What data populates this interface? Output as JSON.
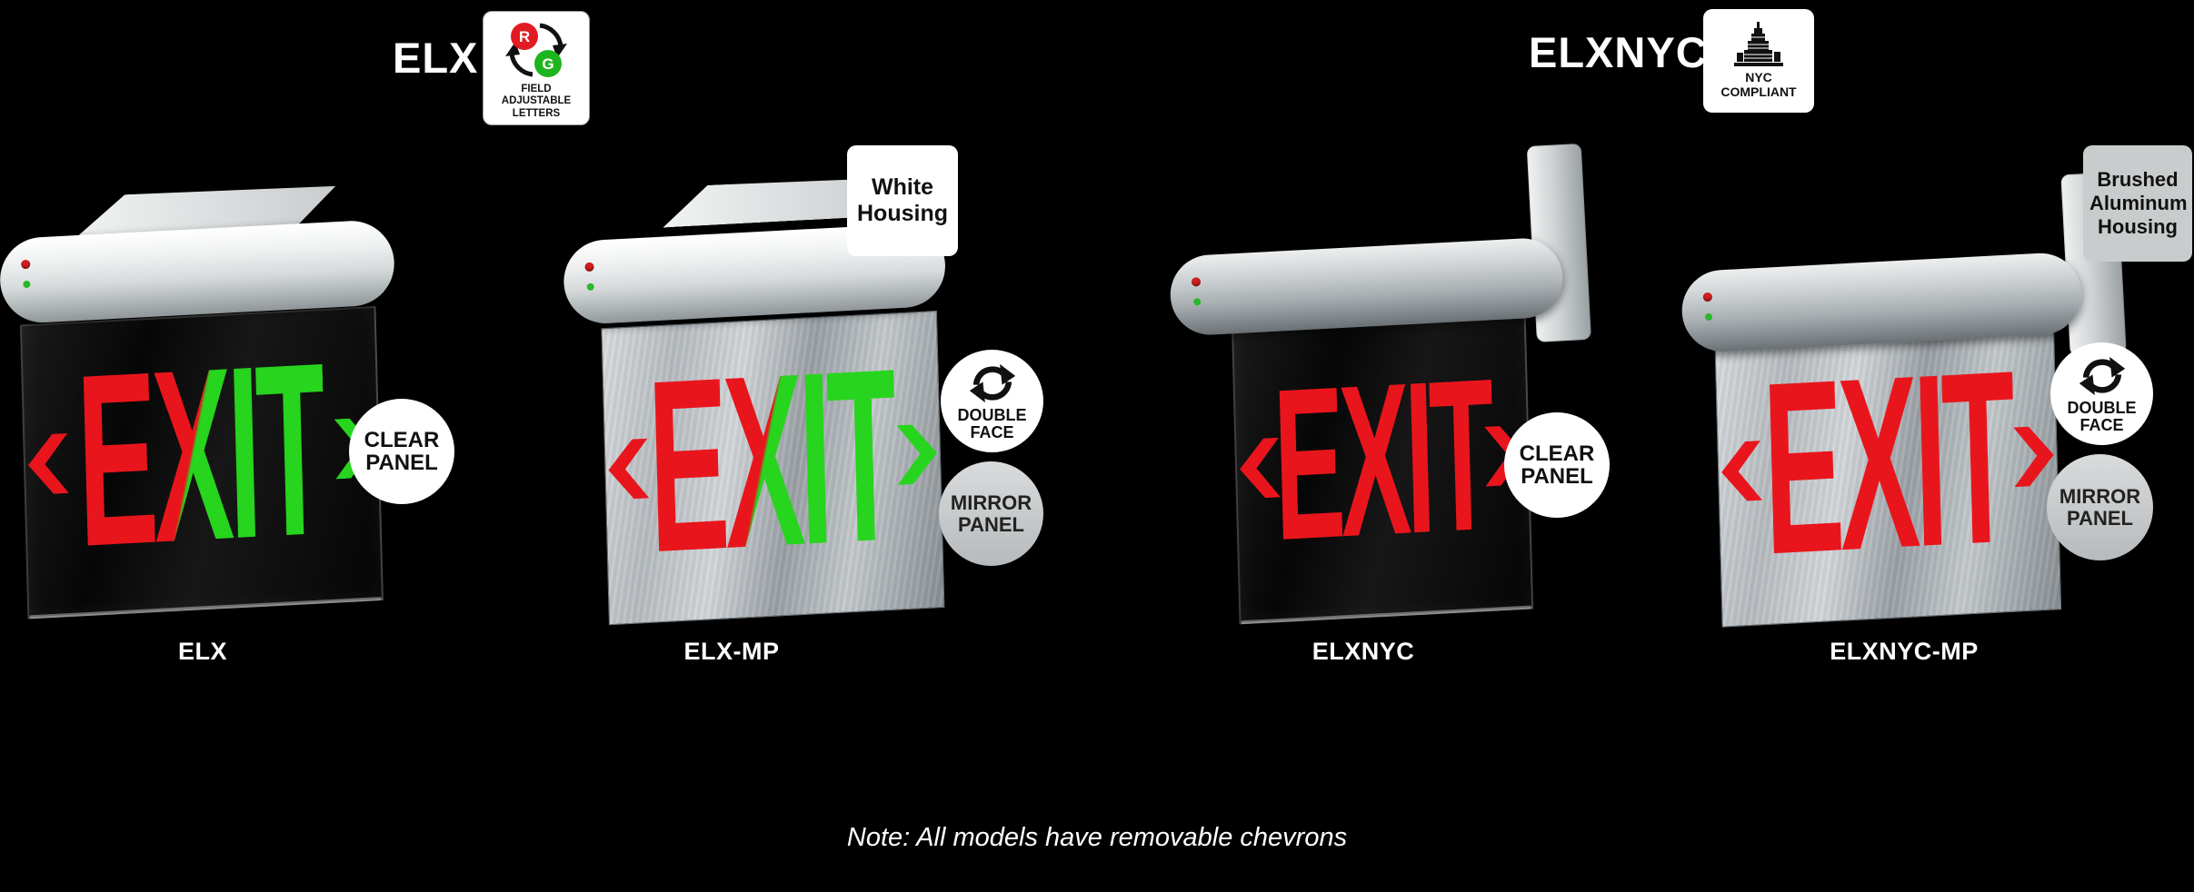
{
  "colors": {
    "red": "#e9151c",
    "green": "#27d41e",
    "background": "#000000"
  },
  "headers": {
    "elx": "ELX",
    "elxnyc": "ELXNYC"
  },
  "badges": {
    "field_adjustable": {
      "r": "R",
      "g": "G",
      "label": "FIELD ADJUSTABLE LETTERS"
    },
    "nyc_compliant": {
      "label": "NYC COMPLIANT"
    }
  },
  "callouts": {
    "white_housing": "White Housing",
    "brushed_aluminum_housing": "Brushed Aluminum Housing",
    "clear_panel": "CLEAR PANEL",
    "double_face": "DOUBLE FACE",
    "mirror_panel": "MIRROR PANEL"
  },
  "products": [
    {
      "model": "ELX",
      "exit": "EXIT",
      "panel": "clear",
      "letters": "red-green",
      "mount": "ceiling"
    },
    {
      "model": "ELX-MP",
      "exit": "EXIT",
      "panel": "mirror",
      "letters": "red-green",
      "mount": "ceiling"
    },
    {
      "model": "ELXNYC",
      "exit": "EXIT",
      "panel": "clear",
      "letters": "red",
      "mount": "wall"
    },
    {
      "model": "ELXNYC-MP",
      "exit": "EXIT",
      "panel": "mirror",
      "letters": "red",
      "mount": "wall"
    }
  ],
  "note": "Note: All models have removable chevrons"
}
